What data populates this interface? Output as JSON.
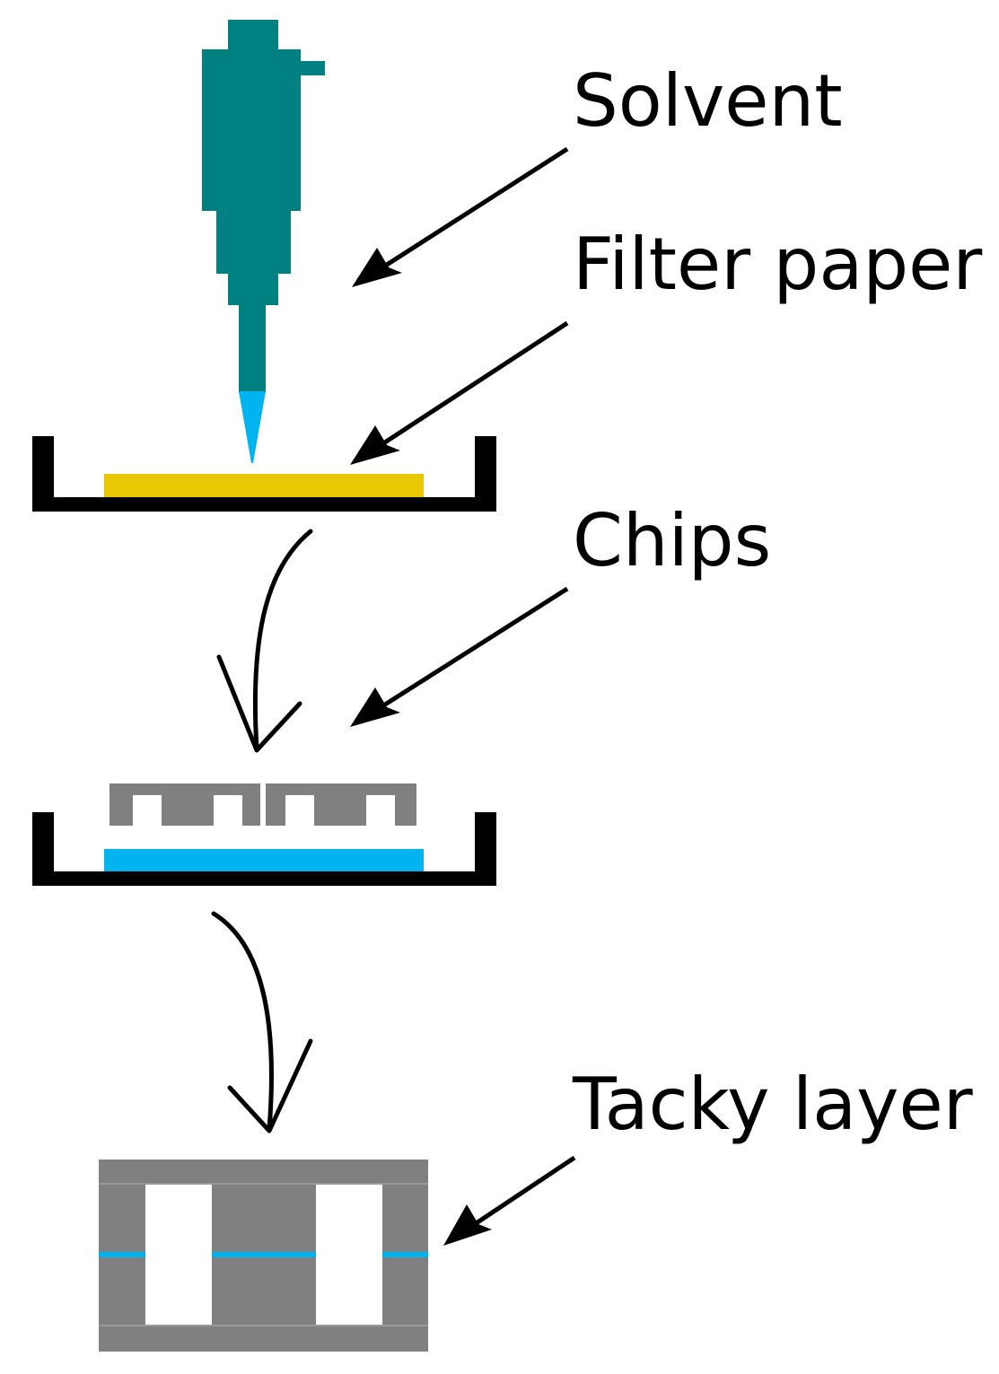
{
  "labels": {
    "solvent": "Solvent",
    "filter_paper": "Filter paper",
    "chips": "Chips",
    "tacky_layer": "Tacky layer"
  },
  "colors": {
    "pipette": "#008080",
    "pipette_tip": "#00b4f0",
    "filter_paper": "#e8c800",
    "dish": "#000000",
    "chip": "#808080",
    "solvent_layer": "#00b4f0",
    "background": "#ffffff"
  },
  "icons": {
    "pipette": "pipette-icon",
    "petri_dish": "petri-dish-icon"
  }
}
